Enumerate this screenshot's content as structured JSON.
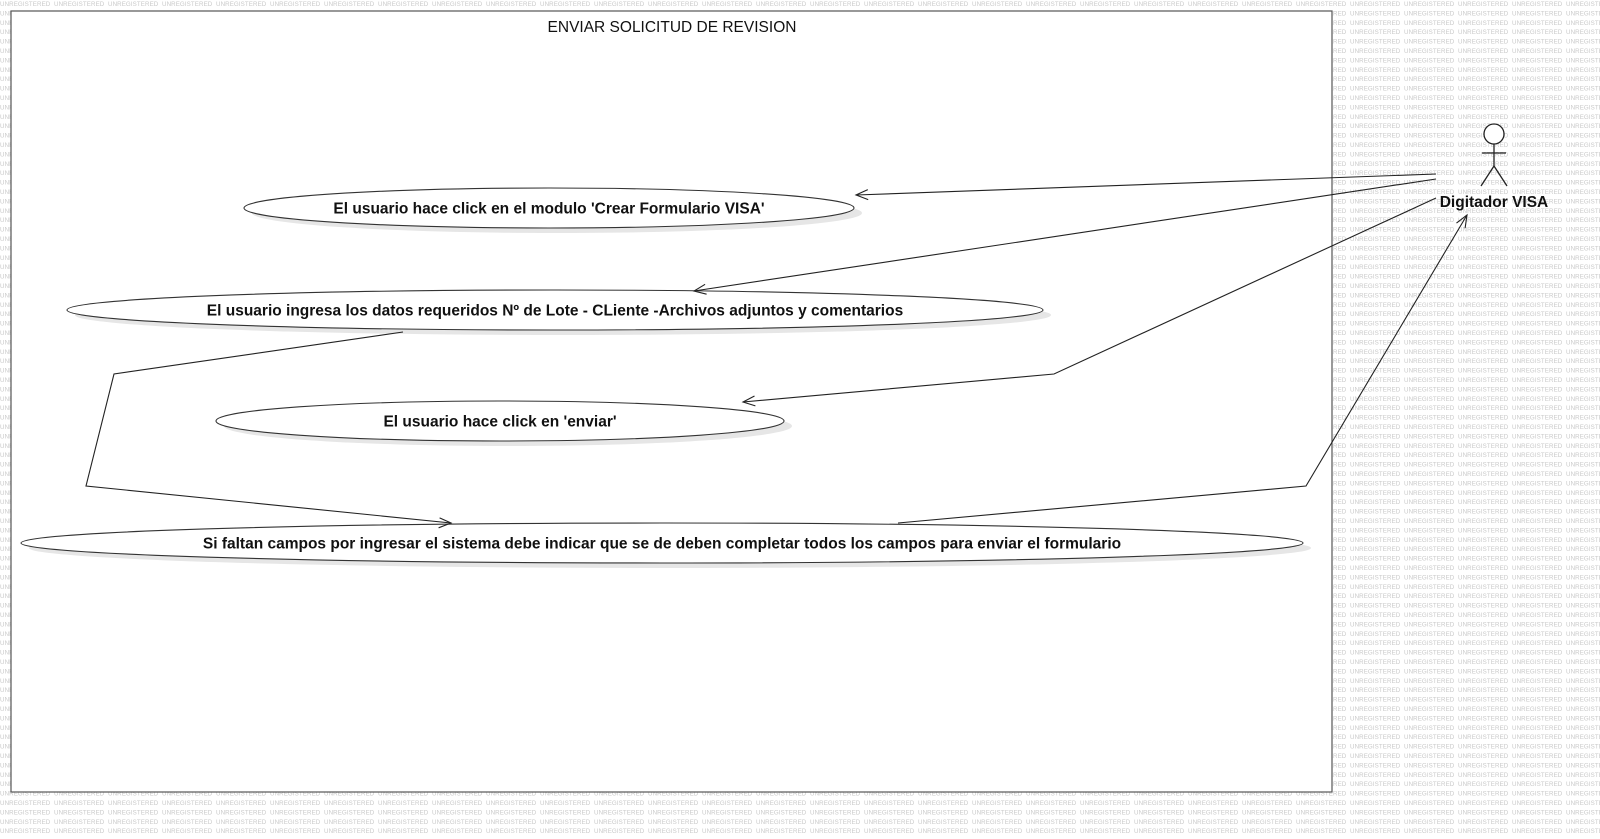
{
  "watermark": {
    "text": "UNREGISTERED"
  },
  "system": {
    "title": "ENVIAR SOLICITUD DE REVISION"
  },
  "actor": {
    "name": "Digitador VISA",
    "icon": "stick-figure-icon"
  },
  "use_cases": [
    {
      "id": "uc1",
      "label": "El usuario hace click en el modulo 'Crear Formulario VISA'"
    },
    {
      "id": "uc2",
      "label": "El usuario ingresa los datos requeridos Nº de Lote - CLiente -Archivos adjuntos y comentarios"
    },
    {
      "id": "uc3",
      "label": "El usuario hace click en 'enviar'"
    },
    {
      "id": "uc4",
      "label": "Si faltan campos por ingresar el sistema debe indicar que se de deben completar todos los campos para enviar el formulario"
    }
  ],
  "relationships": [
    {
      "id": "actor-to-uc1",
      "from": "actor",
      "to": "uc1",
      "arrow": "open"
    },
    {
      "id": "actor-to-uc2",
      "from": "actor",
      "to": "uc2",
      "arrow": "open"
    },
    {
      "id": "actor-to-uc3",
      "from": "actor",
      "to": "uc3",
      "arrow": "open"
    },
    {
      "id": "uc2-to-uc4",
      "from": "uc2",
      "to": "uc4",
      "arrow": "open"
    },
    {
      "id": "uc4-to-actor",
      "from": "uc4",
      "to": "actor",
      "arrow": "open"
    }
  ]
}
